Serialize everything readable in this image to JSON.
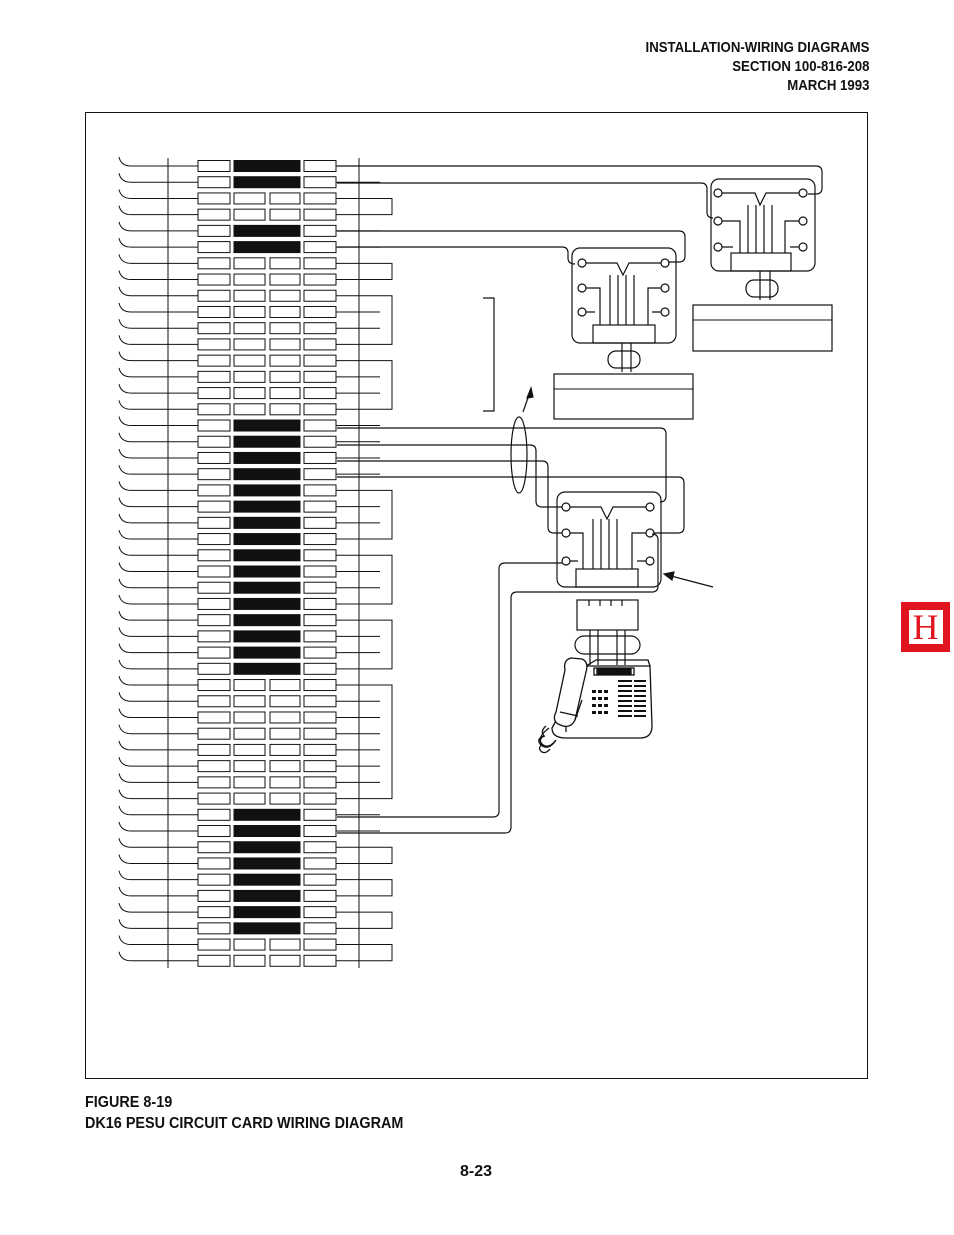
{
  "header": {
    "line1": "INSTALLATION-WIRING DIAGRAMS",
    "line2": "SECTION 100-816-208",
    "line3": "MARCH 1993"
  },
  "figure": {
    "number": "FIGURE 8-19",
    "title": "DK16 PESU CIRCUIT CARD WIRING DIAGRAM"
  },
  "page_number": "8-23",
  "section_tab": "H",
  "colors": {
    "ink": "#111111",
    "tab_red": "#e0141e",
    "paper": "#ffffff"
  },
  "terminal_block": {
    "rows": 50,
    "filled_rows": [
      1,
      2,
      5,
      6,
      17,
      18,
      19,
      20,
      21,
      22,
      23,
      24,
      25,
      26,
      27,
      28,
      29,
      30,
      31,
      32,
      41,
      42,
      43,
      44,
      45,
      46,
      47,
      48
    ]
  }
}
